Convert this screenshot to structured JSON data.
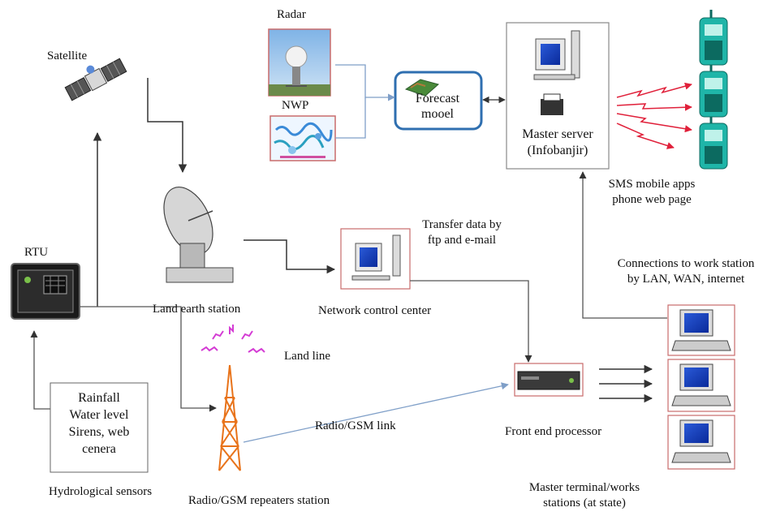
{
  "labels": {
    "radar": "Radar",
    "nwp": "NWP",
    "satellite": "Satellite",
    "forecast_line1": "Forecast",
    "forecast_line2": "mooel",
    "master_server_line1": "Master server",
    "master_server_line2": "(Infobanjir)",
    "sms_line1": "SMS mobile apps",
    "sms_line2": "phone web page",
    "transfer_line1": "Transfer data by",
    "transfer_line2": "ftp and e-mail",
    "connections_line1": "Connections to work station",
    "connections_line2": "by LAN, WAN, internet",
    "rtu": "RTU",
    "land_earth_station": "Land earth station",
    "network_control_center": "Network control center",
    "land_line": "Land line",
    "sensors_line1": "Rainfall",
    "sensors_line2": "Water level",
    "sensors_line3": "Sirens, web",
    "sensors_line4": "cenera",
    "radio_gsm_link": "Radio/GSM link",
    "front_end_processor": "Front end processor",
    "hydrological_sensors": "Hydrological sensors",
    "repeaters_station": "Radio/GSM repeaters station",
    "master_terminal_line1": "Master terminal/works",
    "master_terminal_line2": "stations (at state)"
  },
  "colors": {
    "arrow": "#333333",
    "light_arrow": "#7f9fc8",
    "forecast_border": "#2f6fb0",
    "box_border": "#c96b6b",
    "signal_red": "#e0203a",
    "signal_magenta": "#d43cd4",
    "tower_orange": "#e8731a",
    "phone_teal": "#1fb5a8"
  }
}
